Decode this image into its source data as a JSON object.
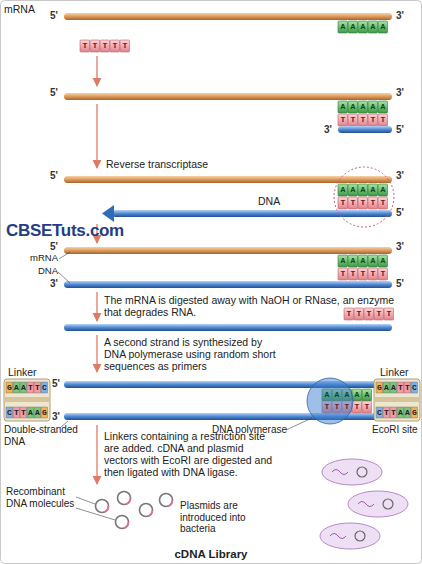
{
  "diagram": {
    "caption": "cDNA Library",
    "labels": [
      "mRNA",
      "5'",
      "3'",
      "AAAAA",
      "TTTTT",
      "5'",
      "3'",
      "AAAAA",
      "TTTTT",
      "3'",
      "5'",
      "Reverse transcriptase",
      "5'",
      "3'",
      "AAAAA",
      "TTTTT",
      "DNA",
      "5'",
      "CBSETuts.com",
      "5'",
      "3'",
      "mRNA",
      "DNA",
      "AAAAA",
      "TTTTT",
      "3'",
      "5'",
      "The mRNA is digested away with NaOH or RNase, an enzyme that degrades RNA.",
      "TTTTT",
      "A second strand is synthesized by DNA polymerase using random short sequences as primers",
      "Linker",
      "Linker",
      "5'",
      "GAATTC",
      "CTTAAG",
      "AAAAA",
      "TTTTT",
      "GAATTC",
      "CTTAAG",
      "3'",
      "Double-stranded DNA",
      "DNA polymerase",
      "EcoRI site",
      "Linkers containing a restriction site are added. cDNA and plasmid vectors with EcoRI are digested and then ligated with DNA ligase.",
      "Recombinant DNA molecules",
      "Plasmids are introduced into bacteria"
    ]
  }
}
